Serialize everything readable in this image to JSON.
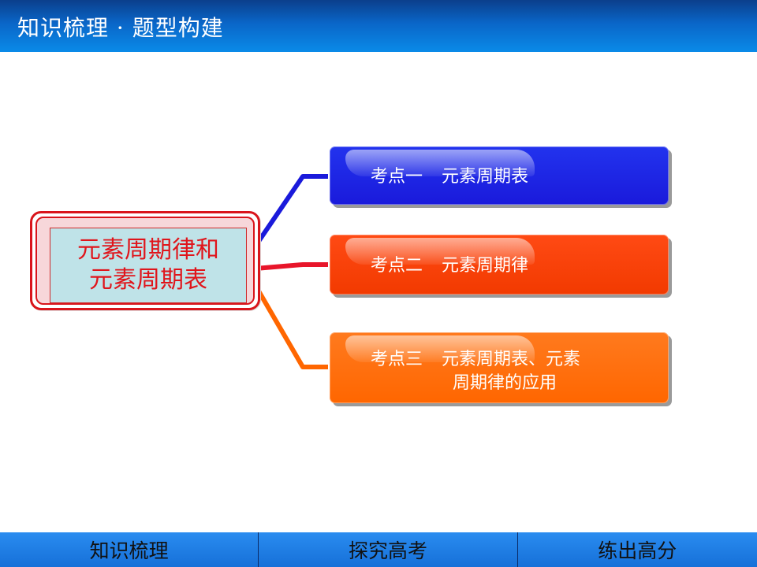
{
  "header": {
    "title": "知识梳理 · 题型构建"
  },
  "center": {
    "line1": "元素周期律和",
    "line2": "元素周期表"
  },
  "topics": [
    {
      "label": "考点一",
      "text": "元素周期表",
      "color": "#1a1adb"
    },
    {
      "label": "考点二",
      "text": "元素周期律",
      "color": "#f23a00"
    },
    {
      "label": "考点三",
      "text": "元素周期表、元素",
      "text2": "周期律的应用",
      "color": "#ff6600"
    }
  ],
  "footer": {
    "items": [
      "知识梳理",
      "探究高考",
      "练出高分"
    ]
  },
  "colors": {
    "header": "#0a66c8",
    "accent_red": "#d9151b",
    "footer": "#1e7ee6"
  }
}
